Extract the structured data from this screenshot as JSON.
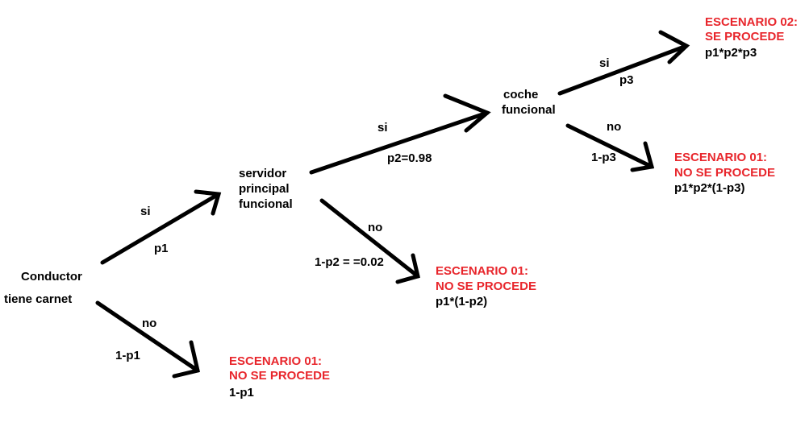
{
  "colors": {
    "scenario": "#e8262c",
    "line": "#000000",
    "text": "#000000"
  },
  "nodes": {
    "conductor": {
      "line1": "Conductor",
      "line2": "tiene carnet"
    },
    "servidor": {
      "line1": "servidor",
      "line2": "principal",
      "line3": "funcional"
    },
    "coche": {
      "line1": "coche",
      "line2": "funcional"
    }
  },
  "edges": {
    "conductor_si": {
      "answer": "si",
      "prob": "p1"
    },
    "conductor_no": {
      "answer": "no",
      "prob": "1-p1"
    },
    "servidor_si": {
      "answer": "si",
      "prob": "p2=0.98"
    },
    "servidor_no": {
      "answer": "no",
      "prob": "1-p2 = =0.02"
    },
    "coche_si": {
      "answer": "si",
      "prob": "p3"
    },
    "coche_no": {
      "answer": "no",
      "prob": "1-p3"
    }
  },
  "scenarios": {
    "s_conductor_no": {
      "title": "ESCENARIO 01:",
      "status": "NO SE PROCEDE",
      "formula": "1-p1"
    },
    "s_servidor_no": {
      "title": "ESCENARIO 01:",
      "status": "NO SE PROCEDE",
      "formula": "p1*(1-p2)"
    },
    "s_coche_no": {
      "title": "ESCENARIO 01:",
      "status": "NO SE PROCEDE",
      "formula": "p1*p2*(1-p3)"
    },
    "s_coche_si": {
      "title": "ESCENARIO 02:",
      "status": "SE PROCEDE",
      "formula": "p1*p2*p3"
    }
  }
}
